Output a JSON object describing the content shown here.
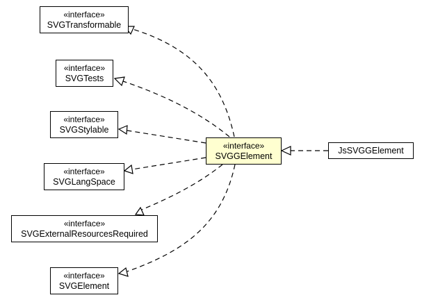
{
  "nodes": [
    {
      "id": "svg_transformable",
      "stereotype": "«interface»",
      "name": "SVGTransformable"
    },
    {
      "id": "svg_tests",
      "stereotype": "«interface»",
      "name": "SVGTests"
    },
    {
      "id": "svg_stylable",
      "stereotype": "«interface»",
      "name": "SVGStylable"
    },
    {
      "id": "svg_lang_space",
      "stereotype": "«interface»",
      "name": "SVGLangSpace"
    },
    {
      "id": "svg_external_resources_required",
      "stereotype": "«interface»",
      "name": "SVGExternalResourcesRequired"
    },
    {
      "id": "svg_element",
      "stereotype": "«interface»",
      "name": "SVGElement"
    },
    {
      "id": "svg_g_element",
      "stereotype": "«interface»",
      "name": "SVGGElement",
      "highlight_color": "#ffffd0"
    },
    {
      "id": "js_svg_g_element",
      "stereotype": "",
      "name": "JsSVGGElement"
    }
  ],
  "edges": [
    {
      "from": "svg_g_element",
      "to": "svg_transformable",
      "kind": "realization"
    },
    {
      "from": "svg_g_element",
      "to": "svg_tests",
      "kind": "realization"
    },
    {
      "from": "svg_g_element",
      "to": "svg_stylable",
      "kind": "realization"
    },
    {
      "from": "svg_g_element",
      "to": "svg_lang_space",
      "kind": "realization"
    },
    {
      "from": "svg_g_element",
      "to": "svg_external_resources_required",
      "kind": "realization"
    },
    {
      "from": "svg_g_element",
      "to": "svg_element",
      "kind": "realization"
    },
    {
      "from": "js_svg_g_element",
      "to": "svg_g_element",
      "kind": "realization"
    }
  ]
}
